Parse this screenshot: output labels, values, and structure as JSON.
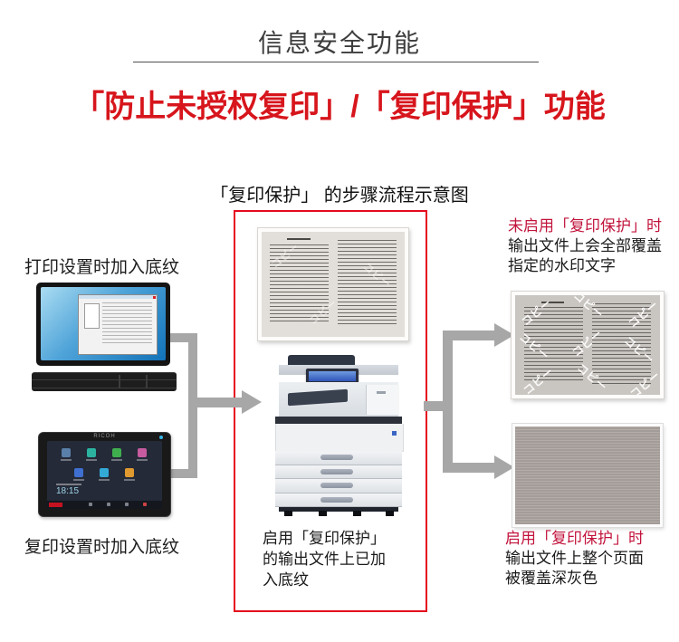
{
  "header": {
    "title": "信息安全功能",
    "heading": "「防止未授权复印」/「复印保护」功能",
    "subtitle": "「复印保护」 的步骤流程示意图"
  },
  "left_column": {
    "print_label": "打印设置时加入底纹",
    "copy_label": "复印设置时加入底纹",
    "tablet": {
      "brand": "RICOH",
      "time": "18:15"
    }
  },
  "center_box": {
    "caption_line1": "启用「复印保护」",
    "caption_line2": "的输出文件上已加",
    "caption_line3": "入底纹"
  },
  "right_column": {
    "unprotected": {
      "title": "未启用「复印保护」时",
      "line1": "输出文件上会全部覆盖",
      "line2": "指定的水印文字",
      "watermark_text": "コピー"
    },
    "protected": {
      "title": "启用「复印保护」时",
      "line1": "输出文件上整个页面",
      "line2": "被覆盖深灰色"
    }
  },
  "colors": {
    "heading_red": "#d7151c",
    "label_red": "#c2143c",
    "box_border_red": "#e50a1e",
    "arrow_gray": "#a7a7a7"
  }
}
